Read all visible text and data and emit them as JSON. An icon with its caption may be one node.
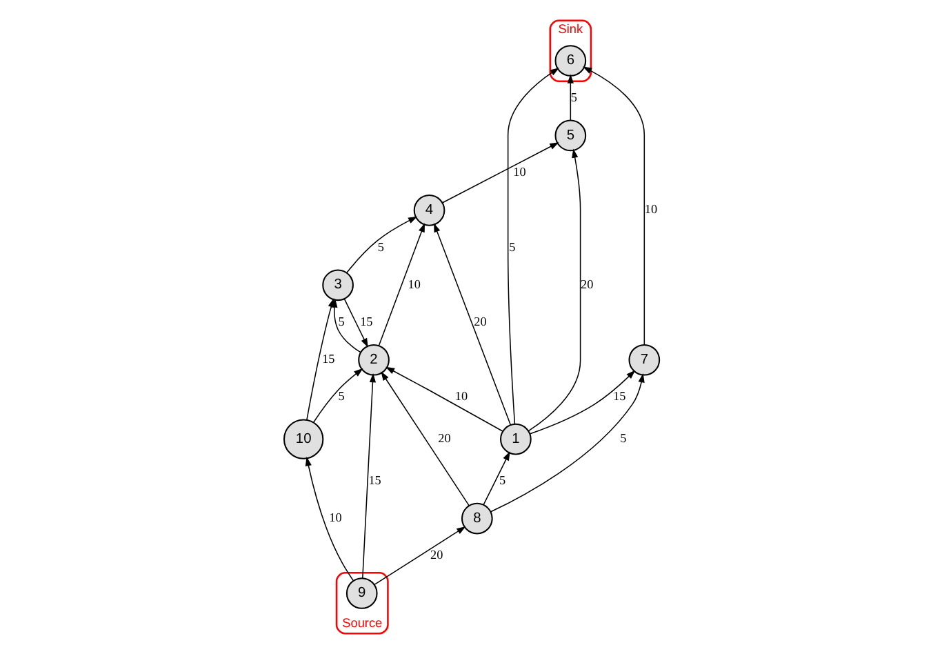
{
  "diagram": {
    "nodes": [
      {
        "text": [
          "Sink"
        ]
      },
      {
        "text": [
          "6"
        ],
        "in": 0
      },
      {
        "text": [
          "5"
        ]
      },
      {
        "text": [
          "4"
        ]
      },
      {
        "text": [
          "1"
        ]
      },
      {
        "text": [
          "7"
        ]
      },
      {
        "text": [
          "3"
        ]
      },
      {
        "text": [
          "2"
        ]
      },
      {
        "text": [
          "8"
        ]
      },
      {
        "text": [
          "Source"
        ]
      },
      {
        "text": [
          "9"
        ],
        "in": 9
      },
      {
        "text": [
          "10"
        ]
      }
    ],
    "edges": [
      {
        "from": 2,
        "to": 1,
        "arrow": "to",
        "label": "5"
      },
      {
        "from": 3,
        "to": 2,
        "arrow": "to",
        "label": "10"
      },
      {
        "from": 4,
        "to": 1,
        "arrow": "to",
        "label": "5"
      },
      {
        "from": 4,
        "to": 2,
        "arrow": "to",
        "label": "20"
      },
      {
        "from": 4,
        "to": 3,
        "arrow": "to",
        "label": "20"
      },
      {
        "from": 4,
        "to": 5,
        "arrow": "to",
        "label": "15"
      },
      {
        "from": 4,
        "to": 7,
        "arrow": "to",
        "label": "10"
      },
      {
        "from": 5,
        "to": 1,
        "arrow": "to",
        "label": "10"
      },
      {
        "from": 8,
        "to": 5,
        "arrow": "to",
        "label": "5"
      },
      {
        "from": 8,
        "to": 4,
        "arrow": "to",
        "label": "5"
      },
      {
        "from": 8,
        "to": 7,
        "arrow": "to",
        "label": "20"
      },
      {
        "from": 10,
        "to": 8,
        "arrow": "to",
        "label": "20"
      },
      {
        "from": 10,
        "to": 7,
        "arrow": "to",
        "label": "15"
      },
      {
        "from": 10,
        "to": 11,
        "arrow": "to",
        "label": "10"
      },
      {
        "from": 11,
        "to": 7,
        "arrow": "to",
        "label": "5"
      },
      {
        "from": 11,
        "to": 6,
        "arrow": "to",
        "label": "15"
      },
      {
        "from": 7,
        "to": 3,
        "arrow": "to",
        "label": "10"
      },
      {
        "from": 7,
        "to": 6,
        "arrow": "to",
        "label": "5"
      },
      {
        "from": 6,
        "to": 7,
        "arrow": "to",
        "label": "15"
      },
      {
        "from": 6,
        "to": 3,
        "arrow": "to",
        "label": "5"
      }
    ]
  }
}
